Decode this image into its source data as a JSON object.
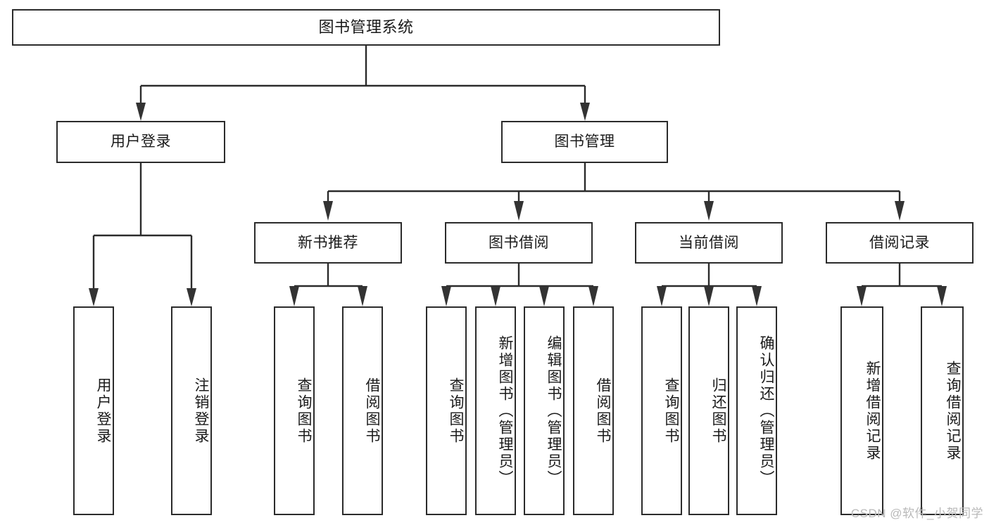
{
  "diagram": {
    "type": "tree",
    "title": "图书管理系统",
    "watermark": "CSDN @软件_小贺同学",
    "colors": {
      "box_border": "#2b2b2b",
      "box_fill": "#ffffff",
      "line": "#2b2b2b",
      "arrow": "#333333",
      "text": "#1a1a1a",
      "watermark": "#b9b9b9"
    }
  },
  "nodes": {
    "root": {
      "label": "图书管理系统"
    },
    "level1": [
      {
        "label": "用户登录"
      },
      {
        "label": "图书管理"
      }
    ],
    "level2": [
      {
        "label": "新书推荐"
      },
      {
        "label": "图书借阅"
      },
      {
        "label": "当前借阅"
      },
      {
        "label": "借阅记录"
      }
    ],
    "leaves": {
      "user_login": [
        {
          "label": "用户登录"
        },
        {
          "label": "注销登录"
        }
      ],
      "new_book_recommend": [
        {
          "label": "查询图书"
        },
        {
          "label": "借阅图书"
        }
      ],
      "book_borrow": [
        {
          "label": "查询图书"
        },
        {
          "label": "新增图书（管理员）"
        },
        {
          "label": "编辑图书（管理员）"
        },
        {
          "label": "借阅图书"
        }
      ],
      "current_borrow": [
        {
          "label": "查询图书"
        },
        {
          "label": "归还图书"
        },
        {
          "label": "确认归还（管理员）"
        }
      ],
      "borrow_records": [
        {
          "label": "新增借阅记录"
        },
        {
          "label": "查询借阅记录"
        }
      ]
    }
  }
}
